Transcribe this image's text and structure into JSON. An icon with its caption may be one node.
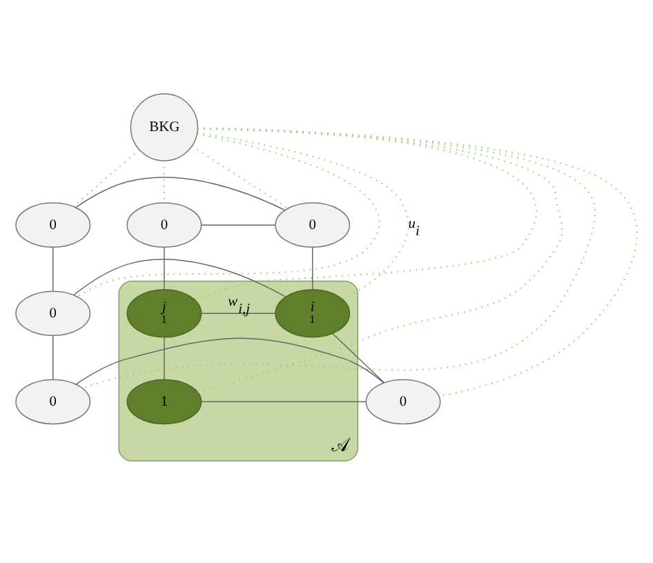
{
  "diagram": {
    "nodes": [
      {
        "text": [
          "BKG"
        ]
      },
      {
        "text": [
          "0"
        ]
      },
      {
        "text": [
          "0"
        ]
      },
      {
        "text": [
          "0"
        ]
      },
      {
        "text": [
          "0"
        ]
      },
      {
        "text": [
          "𝒜"
        ]
      },
      {
        "text": [
          "i",
          "1"
        ],
        "in": 5
      },
      {
        "text": [
          "j",
          "1"
        ],
        "in": 5
      },
      {
        "text": [
          "0"
        ]
      },
      {
        "text": [
          "0"
        ]
      },
      {
        "text": [
          "1"
        ],
        "in": 5
      }
    ],
    "edges": [
      {
        "from": 0,
        "to": 1,
        "arrow": "none",
        "style": "dashed",
        "color": "#8fd16a"
      },
      {
        "from": 0,
        "to": 2,
        "arrow": "none",
        "style": "dashed",
        "color": "#8fd16a"
      },
      {
        "from": 0,
        "to": 3,
        "arrow": "none",
        "style": "dashed",
        "color": "#8fd16a"
      },
      {
        "from": 0,
        "to": 4,
        "arrow": "none",
        "style": "dashed",
        "color": "#8fd16a"
      },
      {
        "from": 0,
        "to": 6,
        "arrow": "none",
        "style": "dashed",
        "color": "#8fd16a",
        "label": "u$_{i}$"
      },
      {
        "from": 0,
        "to": 7,
        "arrow": "none",
        "style": "dashed",
        "color": "#8fd16a"
      },
      {
        "from": 0,
        "to": 8,
        "arrow": "none",
        "style": "dashed",
        "color": "#8fd16a"
      },
      {
        "from": 0,
        "to": 9,
        "arrow": "none",
        "style": "dashed",
        "color": "#8fd16a"
      },
      {
        "from": 0,
        "to": 10,
        "arrow": "none",
        "style": "dashed",
        "color": "#8fd16a"
      },
      {
        "from": 1,
        "to": 2,
        "arrow": "none"
      },
      {
        "from": 2,
        "to": 3,
        "arrow": "none"
      },
      {
        "from": 4,
        "to": 6,
        "arrow": "none"
      },
      {
        "from": 6,
        "to": 7,
        "arrow": "none",
        "label": "w$_{i,j}$"
      },
      {
        "from": 8,
        "to": 9,
        "arrow": "none"
      },
      {
        "from": 9,
        "to": 10,
        "arrow": "none"
      },
      {
        "from": 1,
        "to": 4,
        "arrow": "none"
      },
      {
        "from": 4,
        "to": 8,
        "arrow": "none"
      },
      {
        "from": 2,
        "to": 6,
        "arrow": "none"
      },
      {
        "from": 6,
        "to": 9,
        "arrow": "none"
      },
      {
        "from": 3,
        "to": 7,
        "arrow": "none"
      },
      {
        "from": 7,
        "to": 10,
        "arrow": "none"
      }
    ]
  }
}
